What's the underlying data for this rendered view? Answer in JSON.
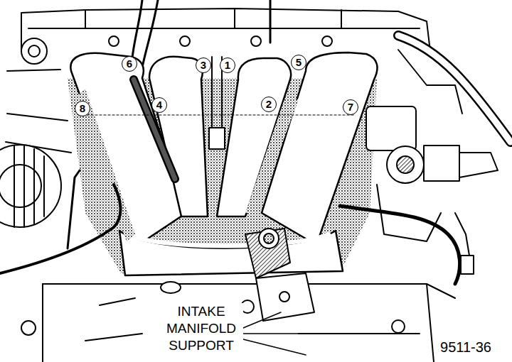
{
  "diagram": {
    "labels": [
      "6",
      "3",
      "1",
      "5",
      "8",
      "4",
      "2",
      "7",
      "INTAKE MANIFOLD SUPPORT",
      "9511-36"
    ]
  }
}
